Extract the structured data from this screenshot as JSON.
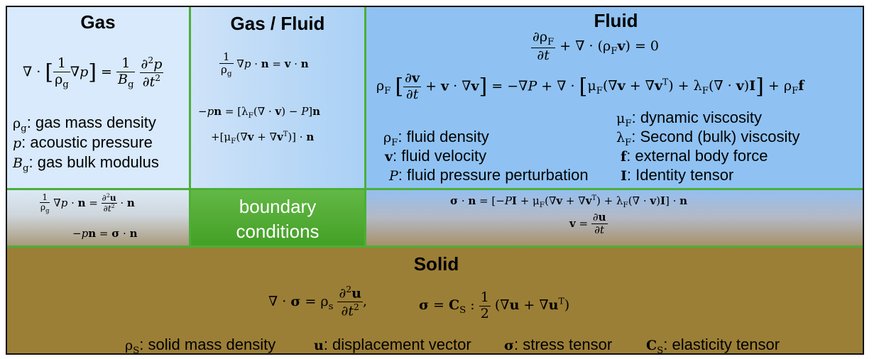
{
  "gas": {
    "title": "Gas",
    "equation": {
      "lhs": "∇ ·",
      "inner": "∇p",
      "eq": "=",
      "coef_n": "1",
      "coef_d": "B",
      "coef_sub": "g",
      "d_num": "∂²p",
      "d_den": "∂t²"
    },
    "legend": [
      {
        "sym": "ρ",
        "sub": "g",
        "text": ": gas mass density"
      },
      {
        "sym": "p",
        "sub": "",
        "text": ": acoustic pressure"
      },
      {
        "sym": "B",
        "sub": "g",
        "text": ": gas bulk modulus"
      }
    ]
  },
  "gas_fluid": {
    "title": "Gas / Fluid",
    "eq1_right": "∇p · n = v · n",
    "eq2": "−pn = [λF(∇ · v) − P]n",
    "eq3": "+[μF(∇v + ∇vT)] · n"
  },
  "fluid": {
    "title": "Fluid",
    "continuity_right": "+ ∇ · (ρFv) = 0",
    "momentum_right": "= −∇P + ∇ · [μF(∇v + ∇vT) + λF(∇ · v)I] + ρFf",
    "legend_left": [
      {
        "sym": "ρ",
        "sub": "F",
        "text": ": fluid density"
      },
      {
        "sym": "v",
        "sub": "",
        "text": ": fluid velocity"
      },
      {
        "sym": "P",
        "sub": "",
        "text": ": fluid pressure perturbation"
      }
    ],
    "legend_right": [
      {
        "sym": "μ",
        "sub": "F",
        "text": ": dynamic viscosity"
      },
      {
        "sym": "λ",
        "sub": "F",
        "text": ": Second (bulk) viscosity"
      },
      {
        "sym": "f",
        "sub": "",
        "text": ": external body force"
      },
      {
        "sym": "I",
        "sub": "",
        "text": ": Identity tensor"
      }
    ]
  },
  "boundary": {
    "label_line1": "boundary",
    "label_line2": "conditions",
    "gas_solid_eq2": "−pn = σ · n",
    "fluid_solid_eq1": "σ · n = [−PI + μF(∇v + ∇vT) + λF(∇ · v)I] · n",
    "fluid_solid_eq2_lhs": "v ="
  },
  "solid": {
    "title": "Solid",
    "eq_constitutive": "σ = CS : ½(∇u + ∇uT)",
    "legend": [
      {
        "sym": "ρ",
        "sub": "S",
        "text": ": solid mass density"
      },
      {
        "sym": "u",
        "sub": "",
        "text": ": displacement vector"
      },
      {
        "sym": "σ",
        "sub": "",
        "text": ": stress tensor"
      },
      {
        "sym": "C",
        "sub": "S",
        "text": ": elasticity tensor"
      }
    ]
  },
  "colors": {
    "gas": "#d9ebfb",
    "fluid": "#8fc2f2",
    "solid": "#9c7f36",
    "border_green": "#4caf36",
    "bc_green": "#3fa025"
  }
}
